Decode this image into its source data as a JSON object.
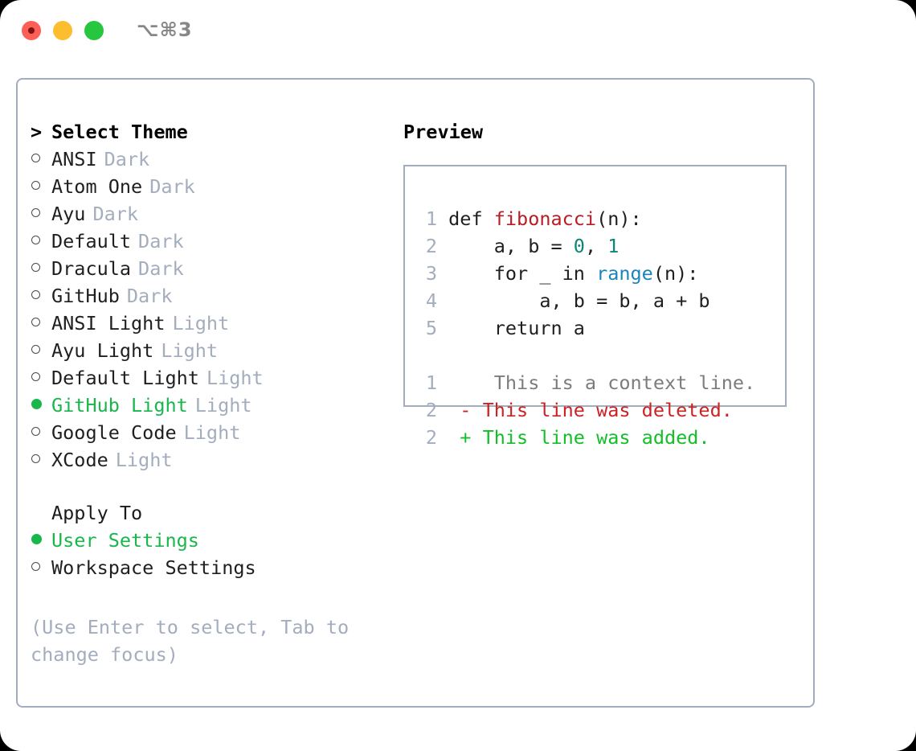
{
  "window": {
    "title": "⌥⌘3",
    "traffic_lights": [
      {
        "name": "close-button",
        "color": "#fb5f57"
      },
      {
        "name": "minimize-button",
        "color": "#fcbd2e"
      },
      {
        "name": "maximize-button",
        "color": "#26c63f"
      }
    ]
  },
  "theme_section": {
    "prefix": ">",
    "heading": "Select Theme",
    "items": [
      {
        "marker": "○",
        "selected": false,
        "label": "ANSI",
        "tag": "Dark"
      },
      {
        "marker": "○",
        "selected": false,
        "label": "Atom One",
        "tag": "Dark"
      },
      {
        "marker": "○",
        "selected": false,
        "label": "Ayu",
        "tag": "Dark"
      },
      {
        "marker": "○",
        "selected": false,
        "label": "Default",
        "tag": "Dark"
      },
      {
        "marker": "○",
        "selected": false,
        "label": "Dracula",
        "tag": "Dark"
      },
      {
        "marker": "○",
        "selected": false,
        "label": "GitHub",
        "tag": "Dark"
      },
      {
        "marker": "○",
        "selected": false,
        "label": "ANSI Light",
        "tag": "Light"
      },
      {
        "marker": "○",
        "selected": false,
        "label": "Ayu Light",
        "tag": "Light"
      },
      {
        "marker": "○",
        "selected": false,
        "label": "Default Light",
        "tag": "Light"
      },
      {
        "marker": "●",
        "selected": true,
        "label": "GitHub Light",
        "tag": "Light"
      },
      {
        "marker": "○",
        "selected": false,
        "label": "Google Code",
        "tag": "Light"
      },
      {
        "marker": "○",
        "selected": false,
        "label": "XCode",
        "tag": "Light"
      }
    ]
  },
  "apply_section": {
    "heading": "Apply To",
    "items": [
      {
        "marker": "●",
        "selected": true,
        "label": "User Settings"
      },
      {
        "marker": "○",
        "selected": false,
        "label": "Workspace Settings"
      }
    ]
  },
  "hint": "(Use Enter to select, Tab to change focus)",
  "preview": {
    "heading": "Preview",
    "code_lines": [
      {
        "number": "1",
        "segments": [
          {
            "text": "def ",
            "kind": "plain"
          },
          {
            "text": "fibonacci",
            "kind": "fn"
          },
          {
            "text": "(n):",
            "kind": "plain"
          }
        ]
      },
      {
        "number": "2",
        "segments": [
          {
            "text": "    a, b = ",
            "kind": "plain"
          },
          {
            "text": "0",
            "kind": "num"
          },
          {
            "text": ", ",
            "kind": "plain"
          },
          {
            "text": "1",
            "kind": "num"
          }
        ]
      },
      {
        "number": "3",
        "segments": [
          {
            "text": "    for _ in ",
            "kind": "plain"
          },
          {
            "text": "range",
            "kind": "call"
          },
          {
            "text": "(n):",
            "kind": "plain"
          }
        ]
      },
      {
        "number": "4",
        "segments": [
          {
            "text": "        a, b = b, a + b",
            "kind": "plain"
          }
        ]
      },
      {
        "number": "5",
        "segments": [
          {
            "text": "    return a",
            "kind": "plain"
          }
        ]
      }
    ],
    "diff_lines": [
      {
        "number": "1",
        "sign": " ",
        "text": "  This is a context line.",
        "kind": "ctx"
      },
      {
        "number": "2",
        "sign": "-",
        "text": " This line was deleted.",
        "kind": "del"
      },
      {
        "number": "2",
        "sign": "+",
        "text": " This line was added.",
        "kind": "add"
      }
    ]
  },
  "colors": {
    "selected": "#19b74b",
    "muted": "#a3adbd",
    "border": "#a3adbd",
    "fn": "#b81d25",
    "num": "#0d8577",
    "call": "#1a85b8",
    "diff_del": "#cc2222",
    "diff_add": "#13bf26",
    "diff_ctx": "#7c7c7c"
  }
}
